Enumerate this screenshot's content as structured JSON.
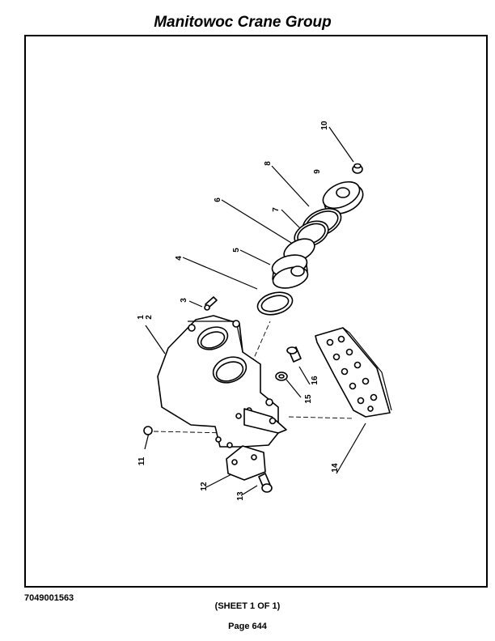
{
  "header": {
    "title": "Manitowoc Crane Group"
  },
  "footer": {
    "doc_number": "7049001563",
    "sheet": "(SHEET 1 OF 1)",
    "page": "Page 644"
  },
  "callouts": [
    "1",
    "2",
    "3",
    "4",
    "5",
    "6",
    "7",
    "8",
    "9",
    "10",
    "11",
    "12",
    "13",
    "14",
    "15",
    "16"
  ]
}
